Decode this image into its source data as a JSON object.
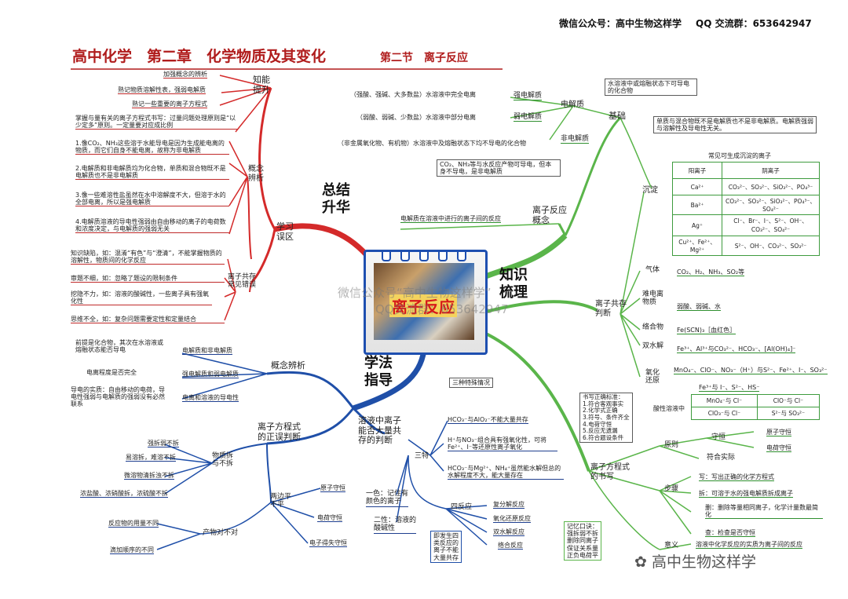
{
  "header": {
    "wechat": "微信公众号：高中生物这样学",
    "qq": "QQ 交流群：653642947"
  },
  "title": {
    "main": "高中化学　第二章　化学物质及其变化",
    "section": "第二节　离子反应"
  },
  "center": {
    "title": "离子反应",
    "watermark1": "微信公众号“高中生物这样学”",
    "watermark2": "QQ交流群：653642947",
    "footer_watermark": "高中生物这样学"
  },
  "branches": {
    "summary": "总结\n升华",
    "methods": "学法\n指导",
    "knowledge": "知识\n梳理"
  },
  "summary": {
    "ability": "知能\n提升",
    "ability_items": [
      "加强概念的辨析",
      "熟记物质溶解性表，强弱电解质",
      "熟记一些重要的离子方程式",
      "掌握与量有关的离子方程式书写：过量问题处理原则是“以少定多”原则。一定量要对应成比例"
    ],
    "mistakes": "学习\n误区",
    "concept": "概念\n辨析",
    "concept_items": [
      "1.像CO₂、NH₃这些溶于水能导电是因为生成能电离的物质，而它们自身不能电离，故称为非电解质",
      "2.电解质和非电解质均为化合物，单质和混合物既不是电解质也不是非电解质",
      "3.像一些难溶性盐虽然在水中溶解度不大，但溶于水的全部电离，所以是强电解质",
      "4.电解质溶液的导电性强弱由自由移动的离子的电荷数和浓度决定，与电解质的强弱无关"
    ],
    "coexist": "离子共存\n常见错误",
    "coexist_items": [
      "知识缺陷，如：混淆“有色”与“澄清”，不能掌握物质的溶解性，物质间的化学反应",
      "审题不细，如：忽略了题设的限制条件",
      "挖隐不力，如：溶液的酸碱性，一些离子具有强氧化性",
      "思维不全，如：复杂问题需要定性和定量结合"
    ]
  },
  "methods": {
    "concept": "概念辨析",
    "concept_items": [
      "电解质和非电解质",
      "强电解质和弱电解质",
      "电离和溶液的导电性"
    ],
    "concept_notes": [
      "前提是化合物，其次在水溶液或熔融状态能否导电",
      "电离程度是否完全",
      "导电的实质：自由移动的电荷，导电性强弱与电解质的强弱没有必然联系"
    ],
    "equation": "离子方程式\n的正误判断",
    "split": "物质拆\n与不拆",
    "split_items": [
      "强拆弱不拆",
      "易溶拆，难溶不拆",
      "微溶物清拆浊不拆",
      "浓盐酸、浓硝酸拆，浓硫酸不拆"
    ],
    "twoside": "两边平\n不平",
    "twoside_items": [
      "原子守恒",
      "电荷守恒",
      "电子得失守恒"
    ],
    "product": "产物对不对",
    "product_items": [
      "反应物的用量不同",
      "滴加顺序的不同"
    ],
    "coexist": "溶液中离子\n能否大量共\n存的判断",
    "special": "三种特殊情况",
    "three": "三特",
    "three_items": [
      "HCO₃⁻与AlO₂⁻不能大量共存",
      "H⁺与NO₃⁻组合具有强氧化性，可将Fe²⁺、I⁻等还原性离子氧化",
      "HCO₃⁻与Mg²⁺、NH₄⁺虽然能水解但总的水解程度不大，能大量存在"
    ],
    "one_color": "一色：记住有\n颜色的离子",
    "two_acid": "二性：溶液的\n酸碱性",
    "four": "四反应",
    "four_items": [
      "复分解反应",
      "氧化还原反应",
      "双水解反应",
      "络合反应"
    ],
    "four_note": "即发生四\n类反应的\n离子不能\n大量共存"
  },
  "knowledge": {
    "basics": "基础",
    "electrolyte": "电解质",
    "elec_note": "水溶液中或熔融状态下可导电的化合物",
    "strong": "强电解质",
    "strong_note": "（强酸、强碱、大多数盐）水溶液中完全电离",
    "weak": "弱电解质",
    "weak_note": "（弱酸、弱碱、少数盐）水溶液中部分电离",
    "non": "非电解质",
    "non_note": "（非金属氧化物、有机物）水溶液中及熔融状态下均不导电的化合物",
    "co2_note": "CO₂、NH₃等与水反应产物可导电，但本身不导电，是非电解质",
    "single_note": "单质与混合物既不是电解质也不是非电解质。电解质强弱与溶解性及导电性无关。",
    "concept": "离子反应\n概念",
    "concept_note": "电解质在溶液中进行的离子间的反应",
    "coexist": "离子共存\n判断",
    "precip": "沉淀",
    "precip_title": "常见可生成沉淀的离子",
    "precip_table": {
      "headers": [
        "阳离子",
        "阴离子"
      ],
      "rows": [
        [
          "Ca²⁺",
          "CO₃²⁻、SO₃²⁻、SiO₃²⁻、PO₄³⁻"
        ],
        [
          "Ba²⁺",
          "CO₃²⁻、SO₃²⁻、SiO₃²⁻、PO₄³⁻、SO₄²⁻"
        ],
        [
          "Ag⁺",
          "Cl⁻、Br⁻、I⁻、S²⁻、OH⁻、CO₃²⁻、SO₄²⁻"
        ],
        [
          "Cu²⁺、Fe²⁺、Mg²⁺",
          "S²⁻、OH⁻、CO₃²⁻、SO₃²⁻"
        ]
      ]
    },
    "gas": "气体",
    "gas_note": "CO₂、H₂、NH₃、SO₂等",
    "weakelec": "难电离\n物质",
    "weakelec_note": "弱酸、弱碱、水",
    "complex": "络合物",
    "complex_note": "Fe(SCN)₃［血红色］",
    "hydrolysis": "双水解",
    "hydrolysis_note": "Fe³⁺、Al³⁺与CO₃²⁻、HCO₃⁻、[Al(OH)₄]⁻",
    "redox": "氧化\n还原",
    "redox_note1": "MnO₄⁻、ClO⁻、NO₃⁻（H⁺）与S²⁻、Fe²⁺、I⁻、SO₃²⁻",
    "redox_note2": "Fe³⁺与 I⁻、S²⁻、HS⁻",
    "acid_env": "酸性溶液中",
    "acid_table": [
      [
        "MnO₄⁻与 Cl⁻",
        "ClO⁻与 Cl⁻"
      ],
      [
        "ClO₃⁻与 Cl⁻",
        "S²⁻与 SO₃²⁻"
      ]
    ],
    "rules": "书写正确标准：\n1.符合客观事实\n2.化学式正确\n3.符号、条件齐全\n4.电荷守恒\n5.反应无遗漏\n6.符合题设条件",
    "writing": "离子方程式\n的书写",
    "principle": "原则",
    "conserve": "守恒",
    "atom": "原子守恒",
    "charge": "电荷守恒",
    "fact": "符合实际",
    "steps": "步骤",
    "step_items": [
      "写：写出正确的化学方程式",
      "拆：可溶于水的强电解质拆成离子",
      "删：删除等量相同离子，化学计量数最简化",
      "查：检查是否守恒"
    ],
    "mnemonic": "记忆口诀：\n强拆弱不拆\n删除同离子\n保证关系量\n正负电荷平",
    "meaning": "意义",
    "meaning_note": "溶液中化学反应的实质为离子间的反应"
  }
}
